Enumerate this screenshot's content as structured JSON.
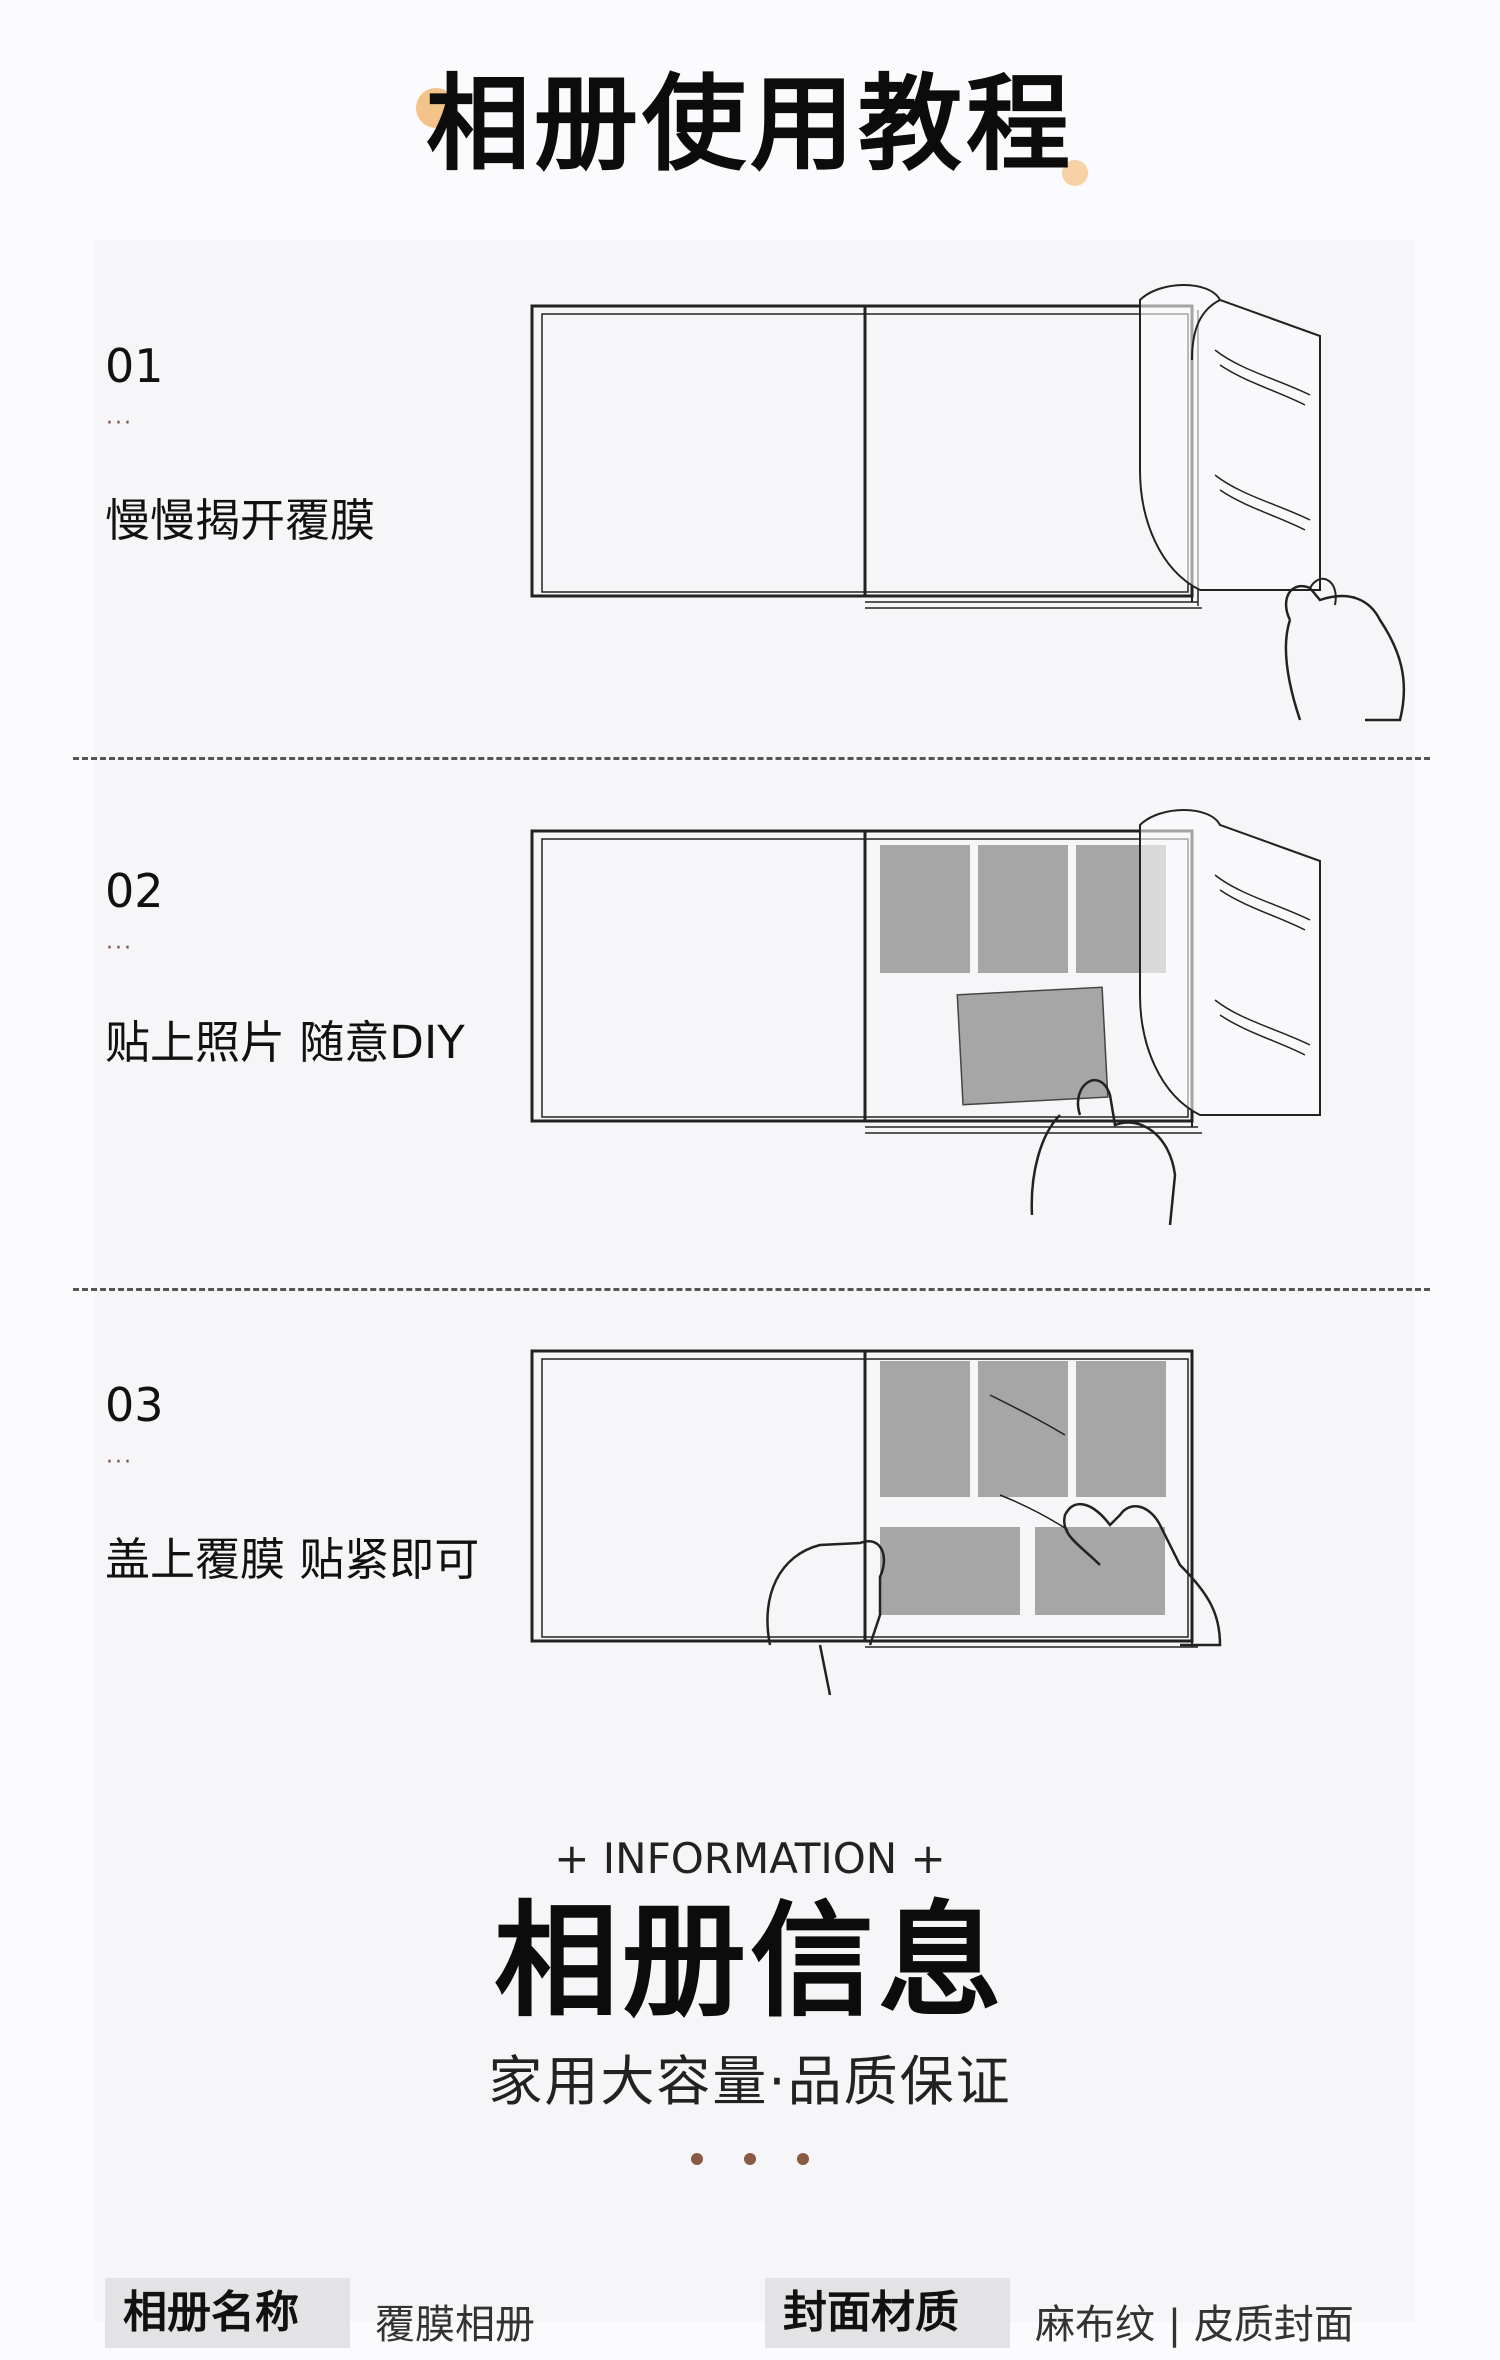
{
  "tutorial": {
    "title": "相册使用教程",
    "steps": [
      {
        "number": "01",
        "dots": "···",
        "text": "慢慢揭开覆膜"
      },
      {
        "number": "02",
        "dots": "···",
        "text": "贴上照片 随意DIY"
      },
      {
        "number": "03",
        "dots": "···",
        "text": "盖上覆膜 贴紧即可"
      }
    ]
  },
  "info": {
    "eyebrow": "+ INFORMATION +",
    "title": "相册信息",
    "subtitle": "家用大容量·品质保证",
    "specs": [
      {
        "label": "相册名称",
        "value": "覆膜相册"
      },
      {
        "label": "封面材质",
        "value": "麻布纹 | 皮质封面"
      }
    ]
  },
  "colors": {
    "accent_orange": "#f3c38a",
    "dot_brown": "#8a5a44",
    "photo_gray": "#a6a6a6"
  }
}
